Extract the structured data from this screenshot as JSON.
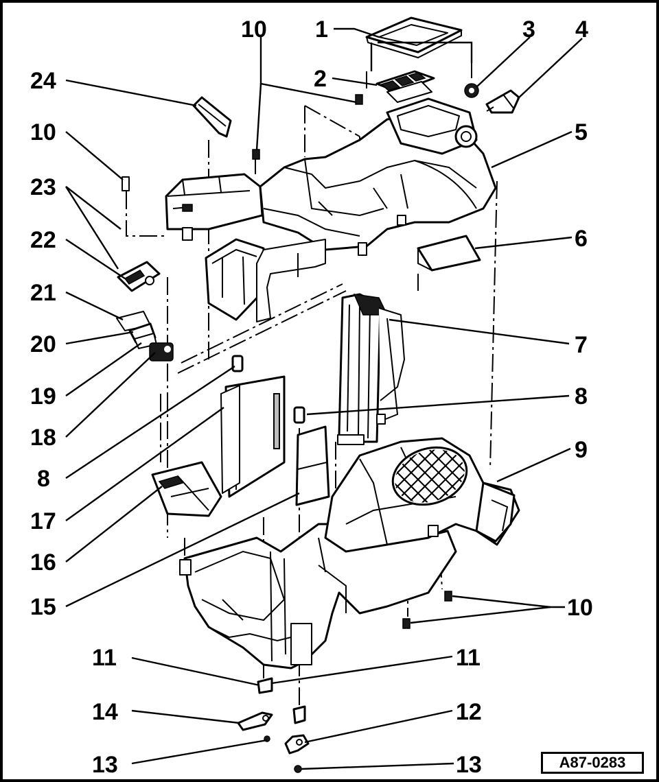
{
  "diagram": {
    "callouts": [
      {
        "id": "c1",
        "label": "1"
      },
      {
        "id": "c2",
        "label": "2"
      },
      {
        "id": "c3",
        "label": "3"
      },
      {
        "id": "c4",
        "label": "4"
      },
      {
        "id": "c5",
        "label": "5"
      },
      {
        "id": "c6",
        "label": "6"
      },
      {
        "id": "c7",
        "label": "7"
      },
      {
        "id": "c8r",
        "label": "8"
      },
      {
        "id": "c9",
        "label": "9"
      },
      {
        "id": "c10r",
        "label": "10"
      },
      {
        "id": "c11r",
        "label": "11"
      },
      {
        "id": "c12",
        "label": "12"
      },
      {
        "id": "c13r",
        "label": "13"
      },
      {
        "id": "c10t",
        "label": "10"
      },
      {
        "id": "c24",
        "label": "24"
      },
      {
        "id": "c10l",
        "label": "10"
      },
      {
        "id": "c23",
        "label": "23"
      },
      {
        "id": "c22",
        "label": "22"
      },
      {
        "id": "c21",
        "label": "21"
      },
      {
        "id": "c20",
        "label": "20"
      },
      {
        "id": "c19",
        "label": "19"
      },
      {
        "id": "c18",
        "label": "18"
      },
      {
        "id": "c8l",
        "label": "8"
      },
      {
        "id": "c17",
        "label": "17"
      },
      {
        "id": "c16",
        "label": "16"
      },
      {
        "id": "c15",
        "label": "15"
      },
      {
        "id": "c11l",
        "label": "11"
      },
      {
        "id": "c14",
        "label": "14"
      },
      {
        "id": "c13l",
        "label": "13"
      }
    ],
    "reference_code": "A87-0283"
  }
}
